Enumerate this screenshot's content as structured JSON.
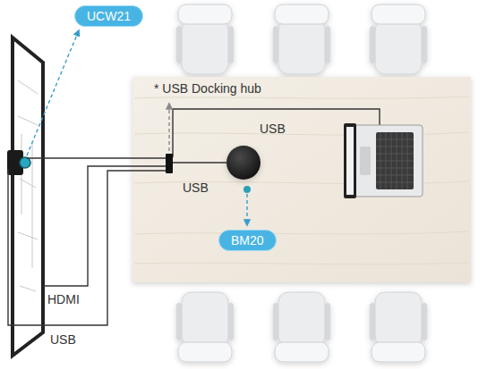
{
  "diagram": {
    "nodes": [
      {
        "text": [
          "UCW21"
        ]
      },
      {
        "text": [
          "BM20"
        ]
      }
    ],
    "labels": [
      "* USB Docking hub",
      "USB",
      "USB",
      "HDMI",
      "USB"
    ]
  }
}
